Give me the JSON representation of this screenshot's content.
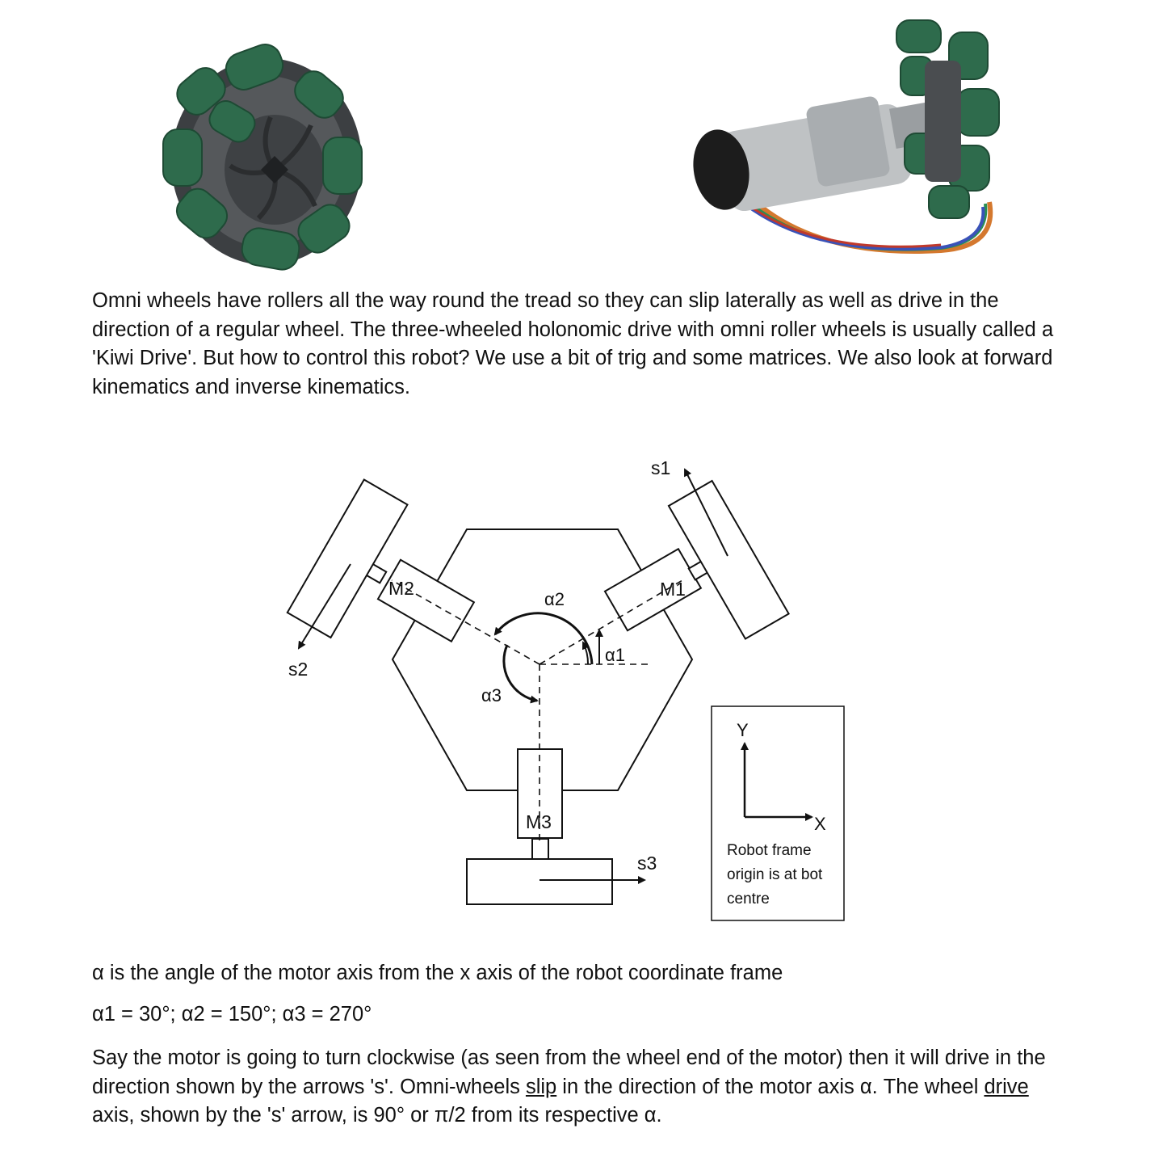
{
  "intro": {
    "text": "Omni wheels have rollers all the way round the tread so they can slip laterally as well as drive in the direction of a regular wheel. The three-wheeled holonomic drive with omni roller wheels is usually called a 'Kiwi Drive'.  But how to control this robot?  We use a bit of trig and some matrices.  We also look at forward kinematics and inverse kinematics."
  },
  "diagram": {
    "motor_labels": {
      "m1": "M1",
      "m2": "M2",
      "m3": "M3"
    },
    "drive_labels": {
      "s1": "s1",
      "s2": "s2",
      "s3": "s3"
    },
    "angle_labels": {
      "a1": "α1",
      "a2": "α2",
      "a3": "α3"
    },
    "frame_box": {
      "y_label": "Y",
      "x_label": "X",
      "caption_line1": "Robot frame",
      "caption_line2": "origin is at bot",
      "caption_line3": "centre"
    }
  },
  "body": {
    "alpha_definition": "α  is the angle of the motor axis from the x axis of the robot coordinate frame",
    "alpha_values": "α1 = 30°;   α2 = 150°;   α3 = 270°",
    "explanation_part1": "Say the motor is going to turn clockwise (as seen from the wheel end of the motor) then it will drive in the direction shown by the arrows 's'.  Omni-wheels ",
    "explanation_slip": "slip",
    "explanation_part2": " in the direction of the motor axis α.  The wheel ",
    "explanation_drive": "drive",
    "explanation_part3": " axis, shown by the 's' arrow, is 90° or π/2 from its respective α."
  },
  "colors": {
    "roller_green": "#2e6b4c",
    "hub_grey": "#4a4d50",
    "motor_silver": "#bfc2c4",
    "ink": "#111111"
  },
  "icons": {
    "photo_left": "omni-wheel-photo",
    "photo_right": "omni-wheel-motor-photo"
  }
}
